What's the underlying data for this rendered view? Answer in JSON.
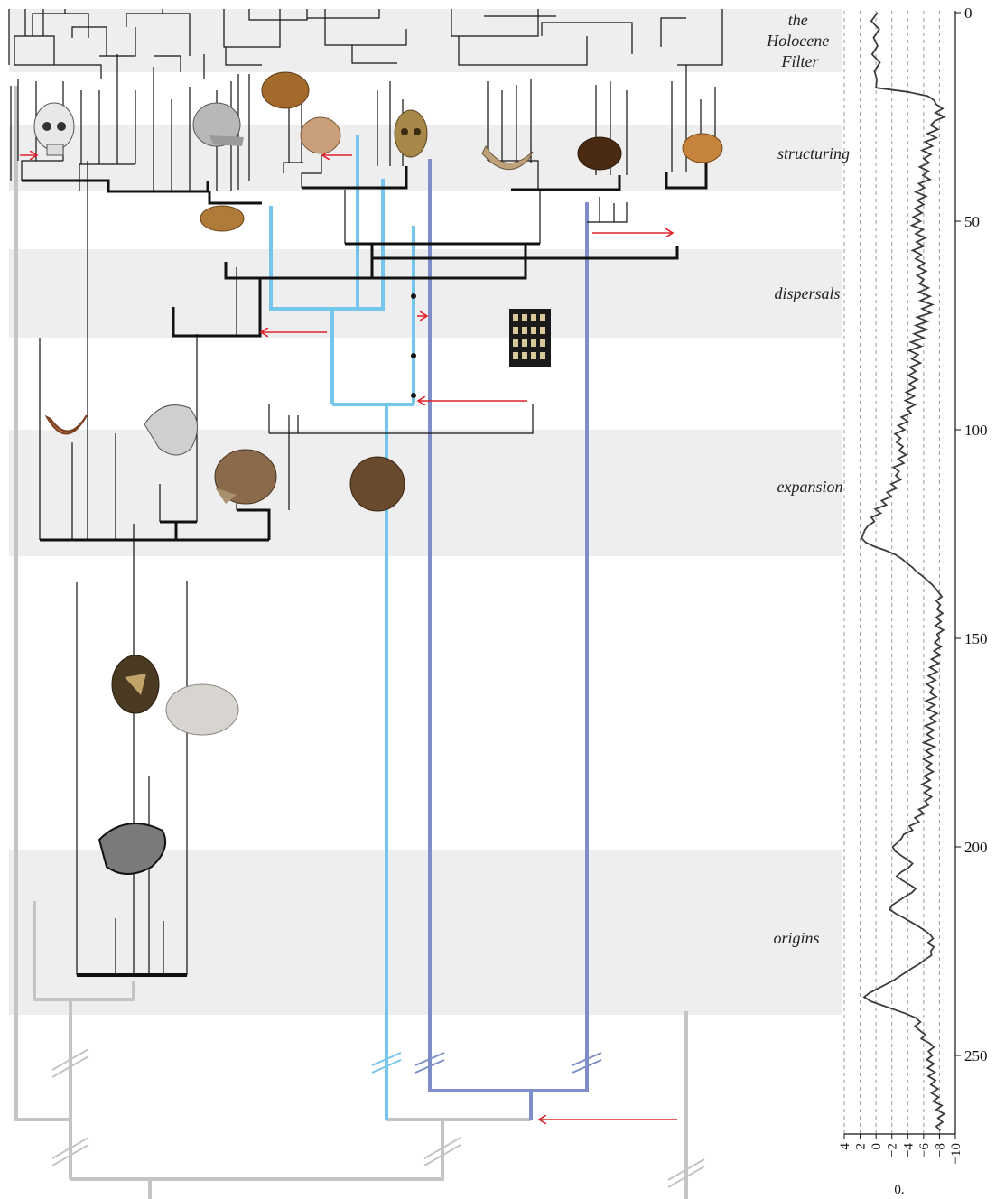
{
  "phases": [
    {
      "id": "holocene",
      "label_lines": [
        "the",
        "Holocene",
        "Filter"
      ]
    },
    {
      "id": "structuring",
      "label_lines": [
        "structuring"
      ]
    },
    {
      "id": "dispersals",
      "label_lines": [
        "dispersals"
      ]
    },
    {
      "id": "expansion",
      "label_lines": [
        "expansion"
      ]
    },
    {
      "id": "origins",
      "label_lines": [
        "origins"
      ]
    }
  ],
  "time_axis": {
    "range_ka": [
      0,
      270
    ],
    "ticks": [
      "0",
      "50",
      "100",
      "150",
      "200",
      "250"
    ]
  },
  "climate_panel": {
    "x_range": [
      4,
      -10
    ],
    "x_ticks": [
      "4",
      "2",
      "0",
      "−2",
      "−4",
      "−6",
      "−8",
      "−10"
    ],
    "x_label": "0.",
    "series_points": [
      [
        0,
        -0.2
      ],
      [
        2,
        0.6
      ],
      [
        4,
        -0.4
      ],
      [
        6,
        0.3
      ],
      [
        8,
        -0.2
      ],
      [
        10,
        0.5
      ],
      [
        12,
        -0.5
      ],
      [
        14,
        0.2
      ],
      [
        16,
        -0.1
      ],
      [
        18,
        0.0
      ],
      [
        19,
        -4.0
      ],
      [
        20,
        -6.5
      ],
      [
        21,
        -7.3
      ],
      [
        22,
        -7.6
      ],
      [
        23,
        -8.4
      ],
      [
        24,
        -7.5
      ],
      [
        25,
        -8.6
      ],
      [
        26,
        -7.4
      ],
      [
        27,
        -6.9
      ],
      [
        28,
        -7.8
      ],
      [
        29,
        -6.5
      ],
      [
        30,
        -7.6
      ],
      [
        31,
        -6.2
      ],
      [
        32,
        -7.1
      ],
      [
        33,
        -5.8
      ],
      [
        34,
        -6.9
      ],
      [
        35,
        -6.0
      ],
      [
        36,
        -6.7
      ],
      [
        37,
        -5.5
      ],
      [
        38,
        -6.6
      ],
      [
        39,
        -5.9
      ],
      [
        40,
        -6.8
      ],
      [
        41,
        -5.4
      ],
      [
        42,
        -6.1
      ],
      [
        43,
        -5.0
      ],
      [
        44,
        -6.3
      ],
      [
        45,
        -5.2
      ],
      [
        46,
        -6.0
      ],
      [
        47,
        -4.9
      ],
      [
        48,
        -5.8
      ],
      [
        49,
        -4.7
      ],
      [
        50,
        -5.6
      ],
      [
        51,
        -4.5
      ],
      [
        52,
        -5.9
      ],
      [
        53,
        -5.0
      ],
      [
        54,
        -6.2
      ],
      [
        55,
        -5.1
      ],
      [
        56,
        -6.0
      ],
      [
        57,
        -4.6
      ],
      [
        58,
        -5.7
      ],
      [
        59,
        -5.0
      ],
      [
        60,
        -6.1
      ],
      [
        61,
        -5.3
      ],
      [
        62,
        -6.3
      ],
      [
        63,
        -5.2
      ],
      [
        64,
        -6.0
      ],
      [
        65,
        -5.5
      ],
      [
        66,
        -6.6
      ],
      [
        67,
        -5.4
      ],
      [
        68,
        -6.8
      ],
      [
        69,
        -5.6
      ],
      [
        70,
        -7.1
      ],
      [
        71,
        -5.8
      ],
      [
        72,
        -6.9
      ],
      [
        73,
        -5.2
      ],
      [
        74,
        -6.5
      ],
      [
        75,
        -5.0
      ],
      [
        76,
        -6.4
      ],
      [
        77,
        -4.8
      ],
      [
        78,
        -6.0
      ],
      [
        79,
        -4.4
      ],
      [
        80,
        -5.7
      ],
      [
        81,
        -4.2
      ],
      [
        82,
        -5.3
      ],
      [
        83,
        -4.5
      ],
      [
        84,
        -5.6
      ],
      [
        85,
        -4.3
      ],
      [
        86,
        -5.0
      ],
      [
        87,
        -4.1
      ],
      [
        88,
        -5.2
      ],
      [
        89,
        -4.2
      ],
      [
        90,
        -4.9
      ],
      [
        91,
        -3.8
      ],
      [
        92,
        -4.8
      ],
      [
        93,
        -3.7
      ],
      [
        94,
        -4.9
      ],
      [
        95,
        -3.9
      ],
      [
        96,
        -4.4
      ],
      [
        97,
        -3.2
      ],
      [
        98,
        -4.0
      ],
      [
        99,
        -2.8
      ],
      [
        100,
        -3.6
      ],
      [
        101,
        -2.4
      ],
      [
        102,
        -3.1
      ],
      [
        103,
        -2.6
      ],
      [
        104,
        -3.4
      ],
      [
        105,
        -2.9
      ],
      [
        106,
        -3.8
      ],
      [
        107,
        -2.8
      ],
      [
        108,
        -3.5
      ],
      [
        109,
        -2.2
      ],
      [
        110,
        -2.9
      ],
      [
        111,
        -2.5
      ],
      [
        112,
        -3.1
      ],
      [
        113,
        -1.9
      ],
      [
        114,
        -2.6
      ],
      [
        115,
        -1.4
      ],
      [
        116,
        -1.9
      ],
      [
        117,
        -0.7
      ],
      [
        118,
        -1.3
      ],
      [
        119,
        0.1
      ],
      [
        120,
        -0.6
      ],
      [
        121,
        0.6
      ],
      [
        122,
        0.2
      ],
      [
        123,
        1.0
      ],
      [
        124,
        1.4
      ],
      [
        125,
        1.6
      ],
      [
        126,
        1.8
      ],
      [
        127,
        1.3
      ],
      [
        128,
        0.2
      ],
      [
        129,
        -1.3
      ],
      [
        130,
        -2.5
      ],
      [
        131,
        -3.3
      ],
      [
        132,
        -3.9
      ],
      [
        133,
        -4.6
      ],
      [
        134,
        -5.1
      ],
      [
        135,
        -5.8
      ],
      [
        136,
        -6.4
      ],
      [
        137,
        -7.0
      ],
      [
        138,
        -7.5
      ],
      [
        139,
        -7.9
      ],
      [
        140,
        -8.3
      ],
      [
        141,
        -7.6
      ],
      [
        142,
        -8.1
      ],
      [
        143,
        -7.7
      ],
      [
        144,
        -8.4
      ],
      [
        145,
        -7.6
      ],
      [
        146,
        -8.2
      ],
      [
        147,
        -7.5
      ],
      [
        148,
        -8.5
      ],
      [
        149,
        -7.7
      ],
      [
        150,
        -8.0
      ],
      [
        151,
        -7.4
      ],
      [
        152,
        -8.2
      ],
      [
        153,
        -7.3
      ],
      [
        154,
        -8.1
      ],
      [
        155,
        -7.0
      ],
      [
        156,
        -7.9
      ],
      [
        157,
        -6.8
      ],
      [
        158,
        -7.7
      ],
      [
        159,
        -6.6
      ],
      [
        160,
        -7.5
      ],
      [
        161,
        -6.4
      ],
      [
        162,
        -7.2
      ],
      [
        163,
        -6.8
      ],
      [
        164,
        -7.6
      ],
      [
        165,
        -6.3
      ],
      [
        166,
        -7.4
      ],
      [
        167,
        -6.5
      ],
      [
        168,
        -7.7
      ],
      [
        169,
        -6.8
      ],
      [
        170,
        -7.5
      ],
      [
        171,
        -6.2
      ],
      [
        172,
        -7.3
      ],
      [
        173,
        -6.4
      ],
      [
        174,
        -7.2
      ],
      [
        175,
        -6.0
      ],
      [
        176,
        -7.4
      ],
      [
        177,
        -6.3
      ],
      [
        178,
        -7.1
      ],
      [
        179,
        -6.0
      ],
      [
        180,
        -7.0
      ],
      [
        181,
        -6.3
      ],
      [
        182,
        -7.2
      ],
      [
        183,
        -6.1
      ],
      [
        184,
        -6.8
      ],
      [
        185,
        -5.8
      ],
      [
        186,
        -6.9
      ],
      [
        187,
        -6.1
      ],
      [
        188,
        -7.0
      ],
      [
        189,
        -6.2
      ],
      [
        190,
        -6.6
      ],
      [
        191,
        -5.4
      ],
      [
        192,
        -6.0
      ],
      [
        193,
        -4.9
      ],
      [
        194,
        -5.4
      ],
      [
        195,
        -4.2
      ],
      [
        196,
        -4.6
      ],
      [
        197,
        -3.5
      ],
      [
        198,
        -3.2
      ],
      [
        199,
        -2.7
      ],
      [
        200,
        -2.1
      ],
      [
        201,
        -2.4
      ],
      [
        202,
        -3.1
      ],
      [
        203,
        -3.9
      ],
      [
        204,
        -4.6
      ],
      [
        205,
        -4.1
      ],
      [
        206,
        -3.2
      ],
      [
        207,
        -2.6
      ],
      [
        208,
        -3.3
      ],
      [
        209,
        -4.2
      ],
      [
        210,
        -5.0
      ],
      [
        211,
        -4.5
      ],
      [
        212,
        -3.6
      ],
      [
        213,
        -2.8
      ],
      [
        214,
        -2.0
      ],
      [
        215,
        -1.7
      ],
      [
        216,
        -2.5
      ],
      [
        217,
        -3.5
      ],
      [
        218,
        -4.4
      ],
      [
        219,
        -5.3
      ],
      [
        220,
        -6.1
      ],
      [
        221,
        -6.8
      ],
      [
        222,
        -7.2
      ],
      [
        223,
        -6.5
      ],
      [
        224,
        -7.3
      ],
      [
        225,
        -6.9
      ],
      [
        226,
        -7.0
      ],
      [
        227,
        -6.2
      ],
      [
        228,
        -5.5
      ],
      [
        229,
        -4.6
      ],
      [
        230,
        -3.8
      ],
      [
        231,
        -3.0
      ],
      [
        232,
        -2.2
      ],
      [
        233,
        -1.2
      ],
      [
        234,
        -0.2
      ],
      [
        235,
        0.8
      ],
      [
        236,
        1.5
      ],
      [
        237,
        0.7
      ],
      [
        238,
        -0.8
      ],
      [
        239,
        -2.3
      ],
      [
        240,
        -3.8
      ],
      [
        241,
        -5.0
      ],
      [
        242,
        -5.6
      ],
      [
        243,
        -4.9
      ],
      [
        244,
        -5.5
      ],
      [
        245,
        -6.2
      ],
      [
        246,
        -5.7
      ],
      [
        247,
        -6.7
      ],
      [
        248,
        -7.3
      ],
      [
        249,
        -6.6
      ],
      [
        250,
        -7.1
      ],
      [
        251,
        -6.4
      ],
      [
        252,
        -7.3
      ],
      [
        253,
        -6.5
      ],
      [
        254,
        -7.4
      ],
      [
        255,
        -6.6
      ],
      [
        256,
        -7.5
      ],
      [
        257,
        -6.9
      ],
      [
        258,
        -7.8
      ],
      [
        259,
        -7.0
      ],
      [
        260,
        -7.9
      ],
      [
        261,
        -7.2
      ],
      [
        262,
        -8.3
      ],
      [
        263,
        -7.6
      ],
      [
        264,
        -8.6
      ],
      [
        265,
        -7.8
      ],
      [
        266,
        -8.4
      ],
      [
        267,
        -7.6
      ],
      [
        268,
        -8.1
      ]
    ]
  },
  "colors": {
    "band_fill": "#eeeeee",
    "tree_black": "#111111",
    "tree_grey": "#c4c4c4",
    "lineage_light_blue": "#74c7ea",
    "lineage_slate_blue": "#7f8ec8",
    "arrow_red": "#e0232b",
    "climate_line": "#3b3b3b",
    "gridline": "#9a9a9a"
  },
  "images": [
    {
      "icon": "skull-white-icon"
    },
    {
      "icon": "skull-grey-cranium-icon"
    },
    {
      "icon": "skull-brown-cranium-icon"
    },
    {
      "icon": "skull-tan-small-icon"
    },
    {
      "icon": "skull-gold-frontal-icon"
    },
    {
      "icon": "mandible-fragment-icon"
    },
    {
      "icon": "skull-dark-brown-icon"
    },
    {
      "icon": "skull-orange-cranium-icon"
    },
    {
      "icon": "calvarium-fragment-icon"
    },
    {
      "icon": "teeth-collection-icon"
    },
    {
      "icon": "mandible-orange-icon"
    },
    {
      "icon": "skull-fragment-grey-icon"
    },
    {
      "icon": "skull-brown-lateral-icon"
    },
    {
      "icon": "skull-dark-lateral-icon"
    },
    {
      "icon": "skull-dark-fragmented-icon"
    },
    {
      "icon": "skull-pale-cranium-icon"
    },
    {
      "icon": "skull-blackwhite-fragment-icon"
    }
  ]
}
